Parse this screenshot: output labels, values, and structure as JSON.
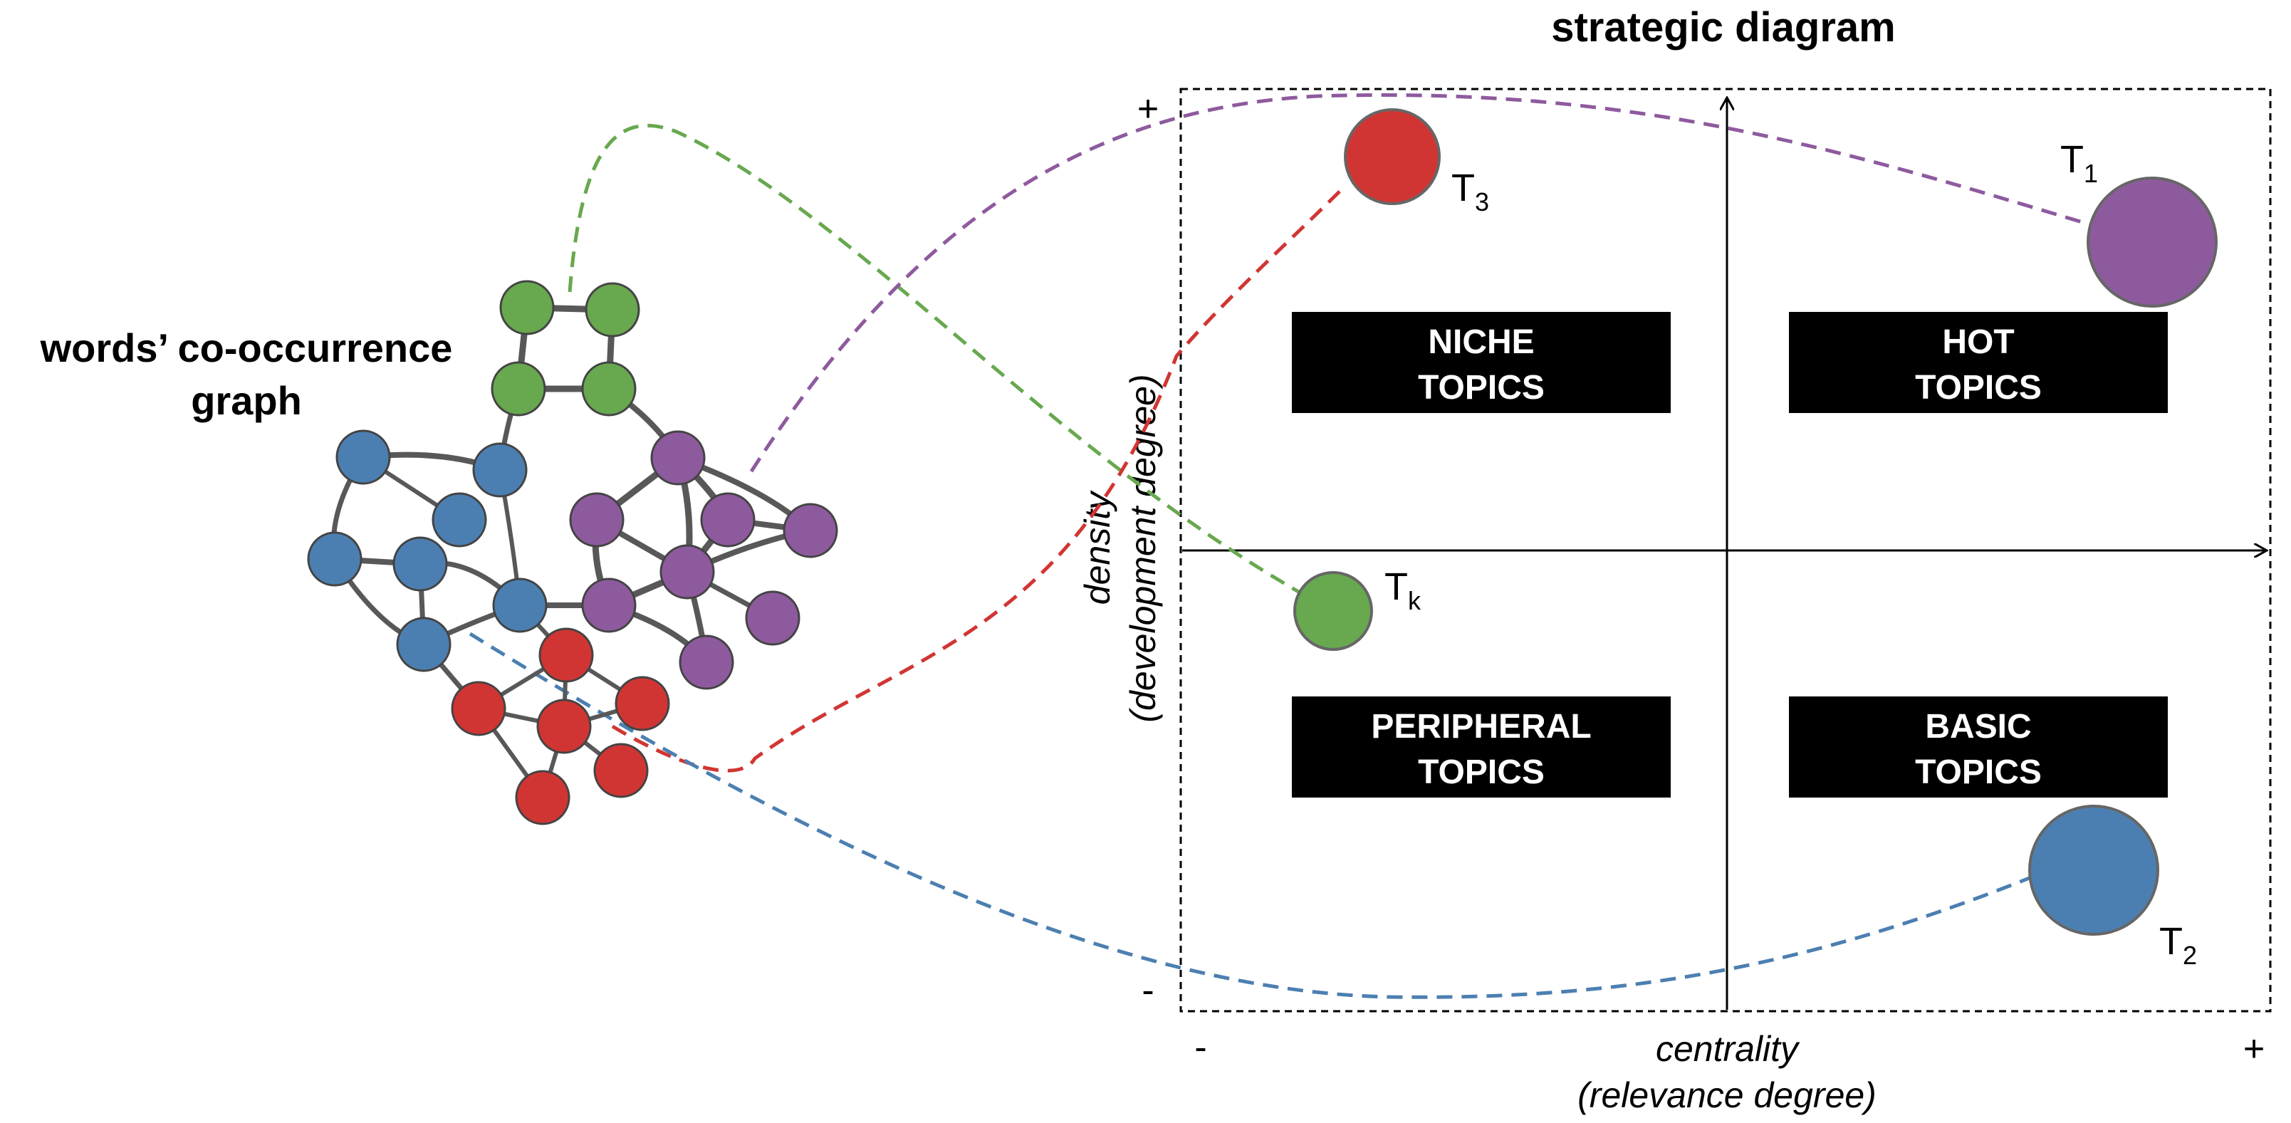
{
  "diagram": {
    "title": "strategic diagram",
    "graph_label_line1": "words’ co-occurrence",
    "graph_label_line2": "graph",
    "y_axis_label_line1": "density",
    "y_axis_label_line2": "(development degree)",
    "x_axis_label_line1": "centrality",
    "x_axis_label_line2": "(relevance degree)",
    "y_plus": "+",
    "y_minus": "-",
    "x_minus": "-",
    "x_plus": "+",
    "quadrants": {
      "niche": [
        "NICHE",
        "TOPICS"
      ],
      "hot": [
        "HOT",
        "TOPICS"
      ],
      "peripheral": [
        "PERIPHERAL",
        "TOPICS"
      ],
      "basic": [
        "BASIC",
        "TOPICS"
      ]
    },
    "topics": {
      "t1": {
        "base": "T",
        "sub": "1",
        "color": "#8e5a9e"
      },
      "t2": {
        "base": "T",
        "sub": "2",
        "color": "#4c7fb1"
      },
      "t3": {
        "base": "T",
        "sub": "3",
        "color": "#d13533"
      },
      "tk": {
        "base": "T",
        "sub": "k",
        "color": "#68a84f"
      }
    },
    "colors": {
      "green": "#68a84f",
      "purple": "#8e5a9e",
      "blue": "#4c7fb1",
      "red": "#d13533",
      "edge": "#585858",
      "node_stroke": "#444444"
    }
  }
}
